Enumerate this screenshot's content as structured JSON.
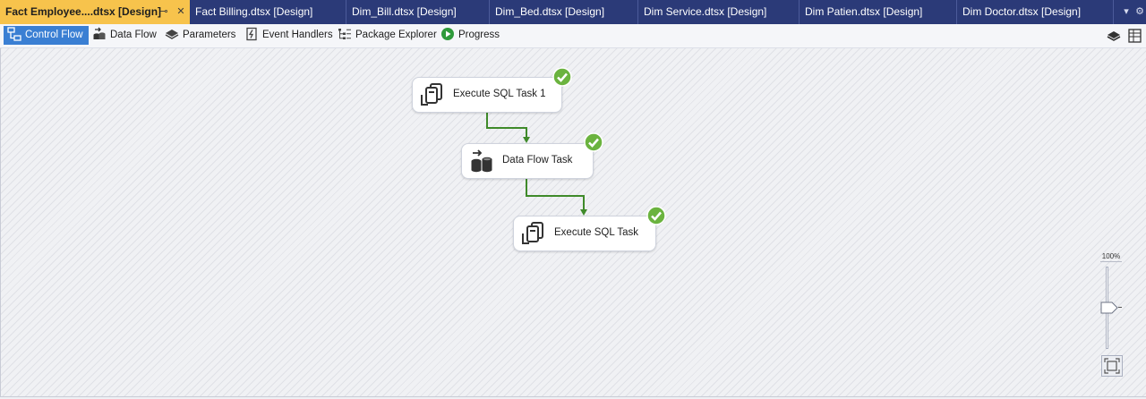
{
  "tabs": [
    {
      "label": "Fact Employee....dtsx [Design]",
      "active": true
    },
    {
      "label": "Fact Billing.dtsx [Design]",
      "active": false
    },
    {
      "label": "Dim_Bill.dtsx [Design]",
      "active": false
    },
    {
      "label": "Dim_Bed.dtsx [Design]",
      "active": false
    },
    {
      "label": "Dim Service.dtsx [Design]",
      "active": false
    },
    {
      "label": "Dim Patien.dtsx [Design]",
      "active": false
    },
    {
      "label": "Dim Doctor.dtsx [Design]",
      "active": false
    }
  ],
  "tab_actions": {
    "pin": "⊸",
    "close": "✕",
    "dropdown": "▾",
    "settings": "⚙"
  },
  "toolbar": {
    "items": [
      {
        "label": "Control Flow",
        "icon": "control-flow-icon",
        "active": true
      },
      {
        "label": "Data Flow",
        "icon": "data-flow-icon",
        "active": false
      },
      {
        "label": "Parameters",
        "icon": "parameters-icon",
        "active": false
      },
      {
        "label": "Event Handlers",
        "icon": "event-handlers-icon",
        "active": false
      },
      {
        "label": "Package Explorer",
        "icon": "package-explorer-icon",
        "active": false
      },
      {
        "label": "Progress",
        "icon": "progress-icon",
        "active": false
      }
    ],
    "right_icons": [
      "toolbox-icon",
      "variables-grid-icon"
    ]
  },
  "tasks": [
    {
      "label": "Execute SQL Task 1",
      "type": "execute-sql",
      "status": "success"
    },
    {
      "label": "Data Flow Task",
      "type": "data-flow",
      "status": "success"
    },
    {
      "label": "Execute SQL Task",
      "type": "execute-sql",
      "status": "success"
    }
  ],
  "zoom": {
    "label": "100%",
    "level_percent": 100
  },
  "colors": {
    "tab_strip": "#2b3a78",
    "active_tab": "#f7c34c",
    "active_toolbar_item": "#3a7fd3",
    "success": "#6bb33f",
    "precedence_constraint": "#3f8a2a"
  }
}
